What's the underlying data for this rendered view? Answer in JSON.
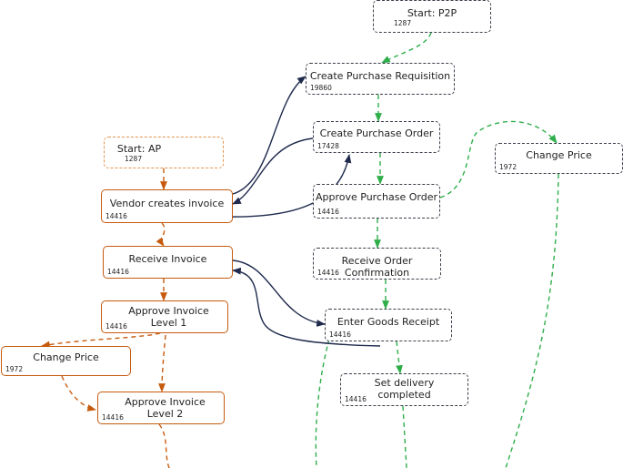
{
  "colors": {
    "ap_edge": "#c65b0f",
    "p2p_edge": "#2fae4a",
    "link_edge": "#1f2a4d",
    "ap_border": "#c65b0f",
    "p2p_border": "#3a3f4a"
  },
  "nodes": {
    "start_p2p": {
      "label": "Start: P2P",
      "count": "1287"
    },
    "create_pr": {
      "label": "Create Purchase Requisition",
      "count": "19860"
    },
    "create_po": {
      "label": "Create Purchase Order",
      "count": "17428"
    },
    "approve_po": {
      "label": "Approve Purchase Order",
      "count": "14416"
    },
    "change_price_p2p": {
      "label": "Change Price",
      "count": "1972"
    },
    "receive_confirmation": {
      "label": "Receive Order Confirmation",
      "count": "14416"
    },
    "goods_receipt": {
      "label": "Enter Goods Receipt",
      "count": "14416"
    },
    "set_delivery": {
      "label": "Set delivery completed",
      "count": "14416"
    },
    "start_ap": {
      "label": "Start: AP",
      "count": "1287"
    },
    "vendor_invoice": {
      "label": "Vendor creates invoice",
      "count": "14416"
    },
    "receive_invoice": {
      "label": "Receive Invoice",
      "count": "14416"
    },
    "approve_l1": {
      "label": "Approve Invoice Level 1",
      "count": "14416"
    },
    "change_price_ap": {
      "label": "Change Price",
      "count": "1972"
    },
    "approve_l2": {
      "label": "Approve Invoice Level 2",
      "count": "14416"
    }
  }
}
